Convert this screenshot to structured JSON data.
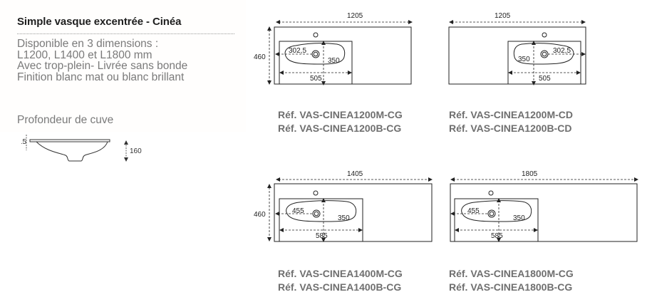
{
  "product": {
    "title": "Simple vasque excentrée - Cinéa",
    "description": [
      "Disponible en 3 dimensions :",
      "L1200, L1400 et L1800 mm",
      "Avec trop-plein- Livrée sans bonde",
      "Finition blanc mat ou blanc brillant"
    ]
  },
  "depth": {
    "title": "Profondeur de cuve",
    "rim_thickness": "15",
    "bowl_depth": "160"
  },
  "colors": {
    "title_text": "#1e1e1e",
    "body_text": "#7a7a7a",
    "ref_text": "#6f6f6f",
    "line": "#222222"
  },
  "diagrams": [
    {
      "id": "1200-CG",
      "total_width": "1205",
      "depth": "460",
      "drain_offset": "302,5",
      "basin_depth": "350",
      "basin_width": "505",
      "basin_side": "left",
      "refs": [
        "Réf. VAS-CINEA1200M-CG",
        "Réf. VAS-CINEA1200B-CG"
      ]
    },
    {
      "id": "1200-CD",
      "total_width": "1205",
      "depth": "",
      "drain_offset": "302,5",
      "basin_depth": "350",
      "basin_width": "505",
      "basin_side": "right",
      "refs": [
        "Réf. VAS-CINEA1200M-CD",
        "Réf. VAS-CINEA1200B-CD"
      ]
    },
    {
      "id": "1400-CG",
      "total_width": "1405",
      "depth": "460",
      "drain_offset": "455",
      "basin_depth": "350",
      "basin_width": "585",
      "basin_side": "left",
      "refs": [
        "Réf. VAS-CINEA1400M-CG",
        "Réf. VAS-CINEA1400B-CG"
      ]
    },
    {
      "id": "1800-CG",
      "total_width": "1805",
      "depth": "",
      "drain_offset": "455",
      "basin_depth": "350",
      "basin_width": "585",
      "basin_side": "left",
      "refs": [
        "Réf. VAS-CINEA1800M-CG",
        "Réf. VAS-CINEA1800B-CG"
      ]
    }
  ]
}
